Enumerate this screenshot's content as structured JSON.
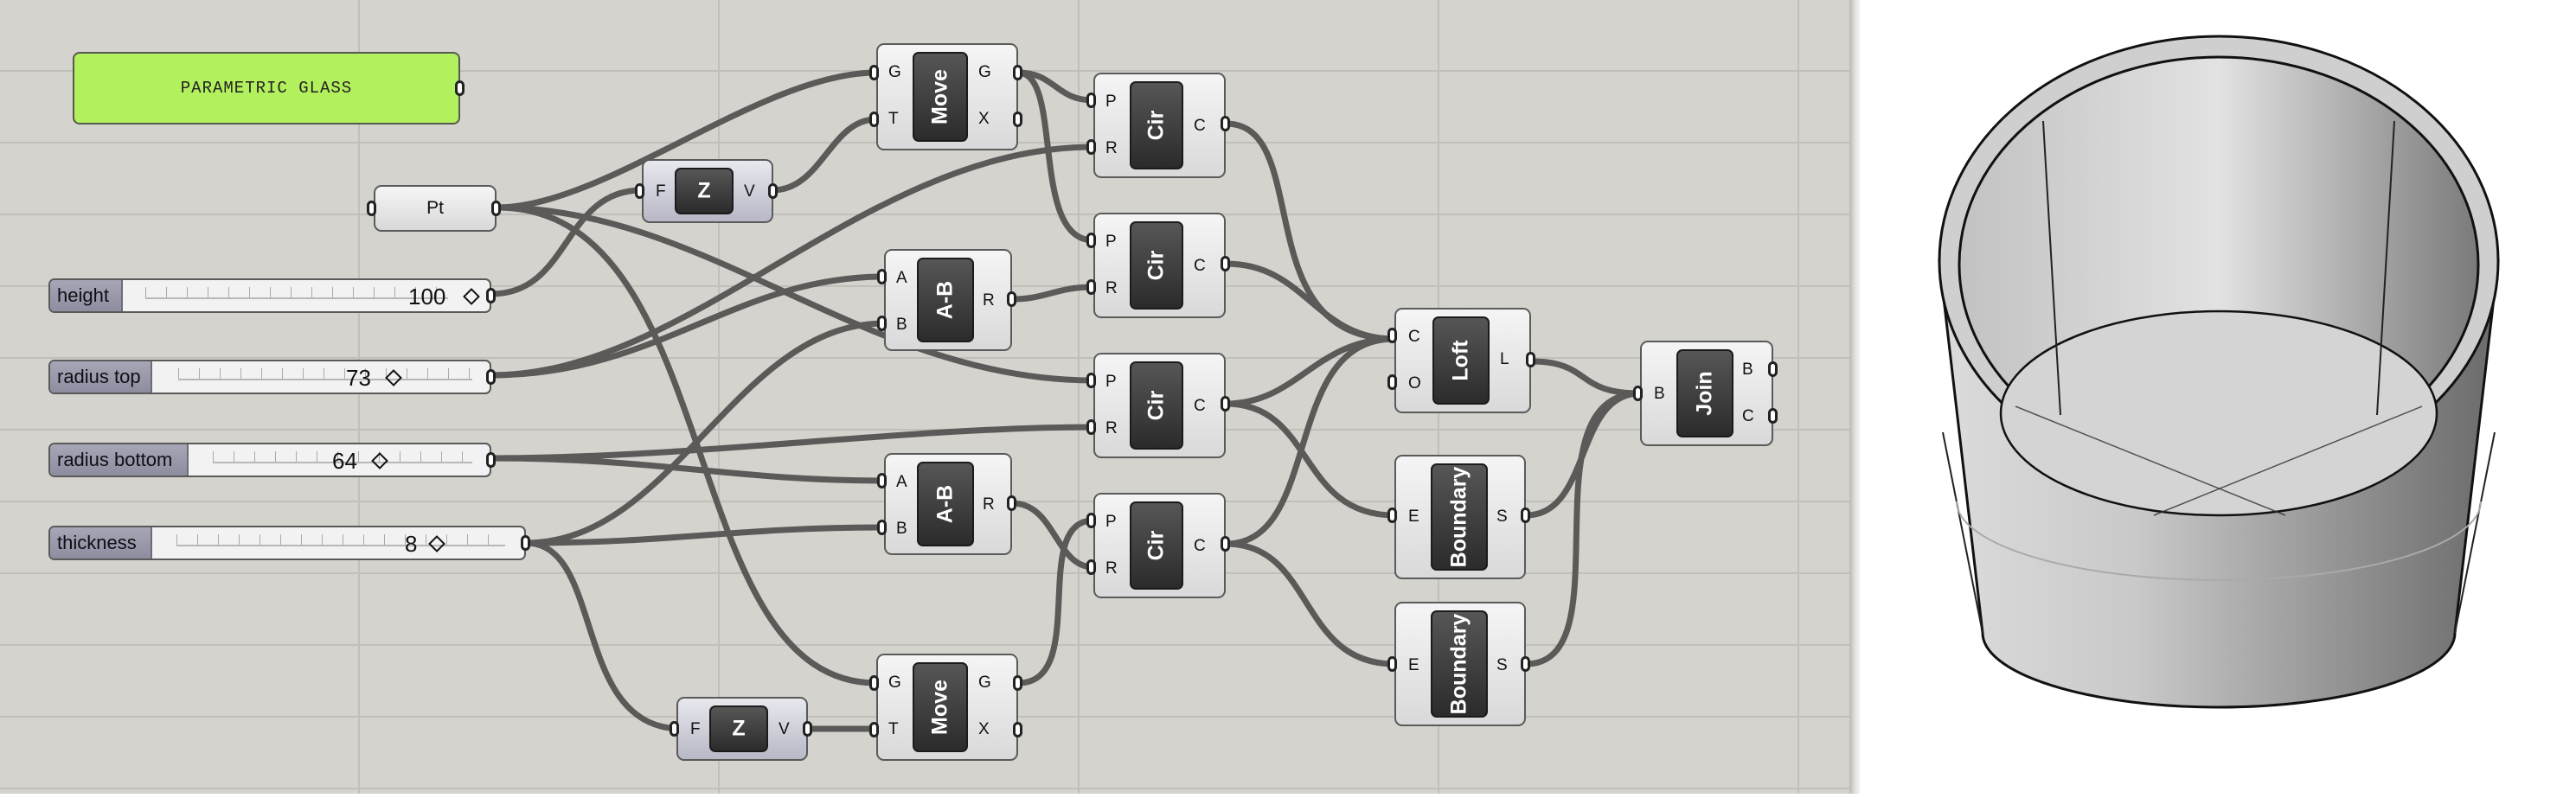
{
  "canvas": {
    "panel_text": "PARAMETRIC GLASS",
    "point_label": "Pt",
    "sliders": [
      {
        "label": "height",
        "value": "100"
      },
      {
        "label": "radius top",
        "value": "73"
      },
      {
        "label": "radius bottom",
        "value": "64"
      },
      {
        "label": "thickness",
        "value": "8"
      }
    ],
    "components": {
      "move_top": {
        "name": "Move",
        "inputs": [
          "G",
          "T"
        ],
        "outputs": [
          "G",
          "X"
        ]
      },
      "unitz_top": {
        "name": "Z",
        "inputs": [
          "F"
        ],
        "outputs": [
          "V"
        ]
      },
      "cir1": {
        "name": "Cir",
        "inputs": [
          "P",
          "R"
        ],
        "outputs": [
          "C"
        ]
      },
      "cir2": {
        "name": "Cir",
        "inputs": [
          "P",
          "R"
        ],
        "outputs": [
          "C"
        ]
      },
      "cir3": {
        "name": "Cir",
        "inputs": [
          "P",
          "R"
        ],
        "outputs": [
          "C"
        ]
      },
      "cir4": {
        "name": "Cir",
        "inputs": [
          "P",
          "R"
        ],
        "outputs": [
          "C"
        ]
      },
      "sub1": {
        "name": "A-B",
        "inputs": [
          "A",
          "B"
        ],
        "outputs": [
          "R"
        ]
      },
      "sub2": {
        "name": "A-B",
        "inputs": [
          "A",
          "B"
        ],
        "outputs": [
          "R"
        ]
      },
      "loft": {
        "name": "Loft",
        "inputs": [
          "C",
          "O"
        ],
        "outputs": [
          "L"
        ]
      },
      "boundary1": {
        "name": "Boundary",
        "inputs": [
          "E"
        ],
        "outputs": [
          "S"
        ]
      },
      "boundary2": {
        "name": "Boundary",
        "inputs": [
          "E"
        ],
        "outputs": [
          "S"
        ]
      },
      "join": {
        "name": "Join",
        "inputs": [
          "B"
        ],
        "outputs": [
          "B",
          "C"
        ]
      },
      "move_bottom": {
        "name": "Move",
        "inputs": [
          "G",
          "T"
        ],
        "outputs": [
          "G",
          "X"
        ]
      },
      "unitz_bottom": {
        "name": "Z",
        "inputs": [
          "F"
        ],
        "outputs": [
          "V"
        ]
      }
    }
  },
  "colors": {
    "panel": "#b3f05e",
    "canvas": "#d4d3ce",
    "wire": "#5b5a58",
    "component_core": "#333333",
    "slider_label": "#9a9aac"
  }
}
